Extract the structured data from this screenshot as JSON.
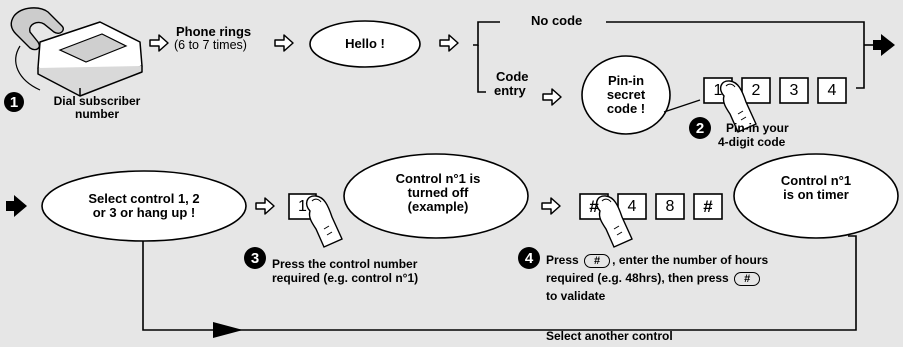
{
  "step1": {
    "number": "1",
    "label_line1": "Dial subscriber",
    "label_line2": "number",
    "icon": "telephone-icon"
  },
  "rings": {
    "line1": "Phone rings",
    "line2": "(6 to 7 times)"
  },
  "hello": "Hello !",
  "no_code": "No code",
  "code_entry": {
    "line1": "Code",
    "line2": "entry"
  },
  "pin_bubble": "Pin-in\nsecret\ncode !",
  "pin_keys": [
    "1",
    "2",
    "3",
    "4"
  ],
  "step2": {
    "number": "2",
    "label_line1": "Pin-in your",
    "label_line2": "4-digit code"
  },
  "select_bubble": "Select control 1, 2\nor 3 or hang up !",
  "control_key": "1",
  "control_off_bubble": "Control n°1 is\nturned off\n(example)",
  "step3": {
    "number": "3",
    "line1": "Press the control number",
    "line2": "required (e.g. control n°1)"
  },
  "timer_keys": [
    "#",
    "4",
    "8",
    "#"
  ],
  "timer_bubble": "Control n°1\nis on timer",
  "step4": {
    "number": "4",
    "press": "Press",
    "hash_symbol": "#",
    "line1_rest": ", enter the number of hours",
    "line2": "required (e.g. 48hrs), then press",
    "line3": "to validate"
  },
  "select_another": "Select another control",
  "colors": {
    "background": "#e6e6e6",
    "bubble_fill": "#ffffff",
    "ink": "#000000"
  }
}
